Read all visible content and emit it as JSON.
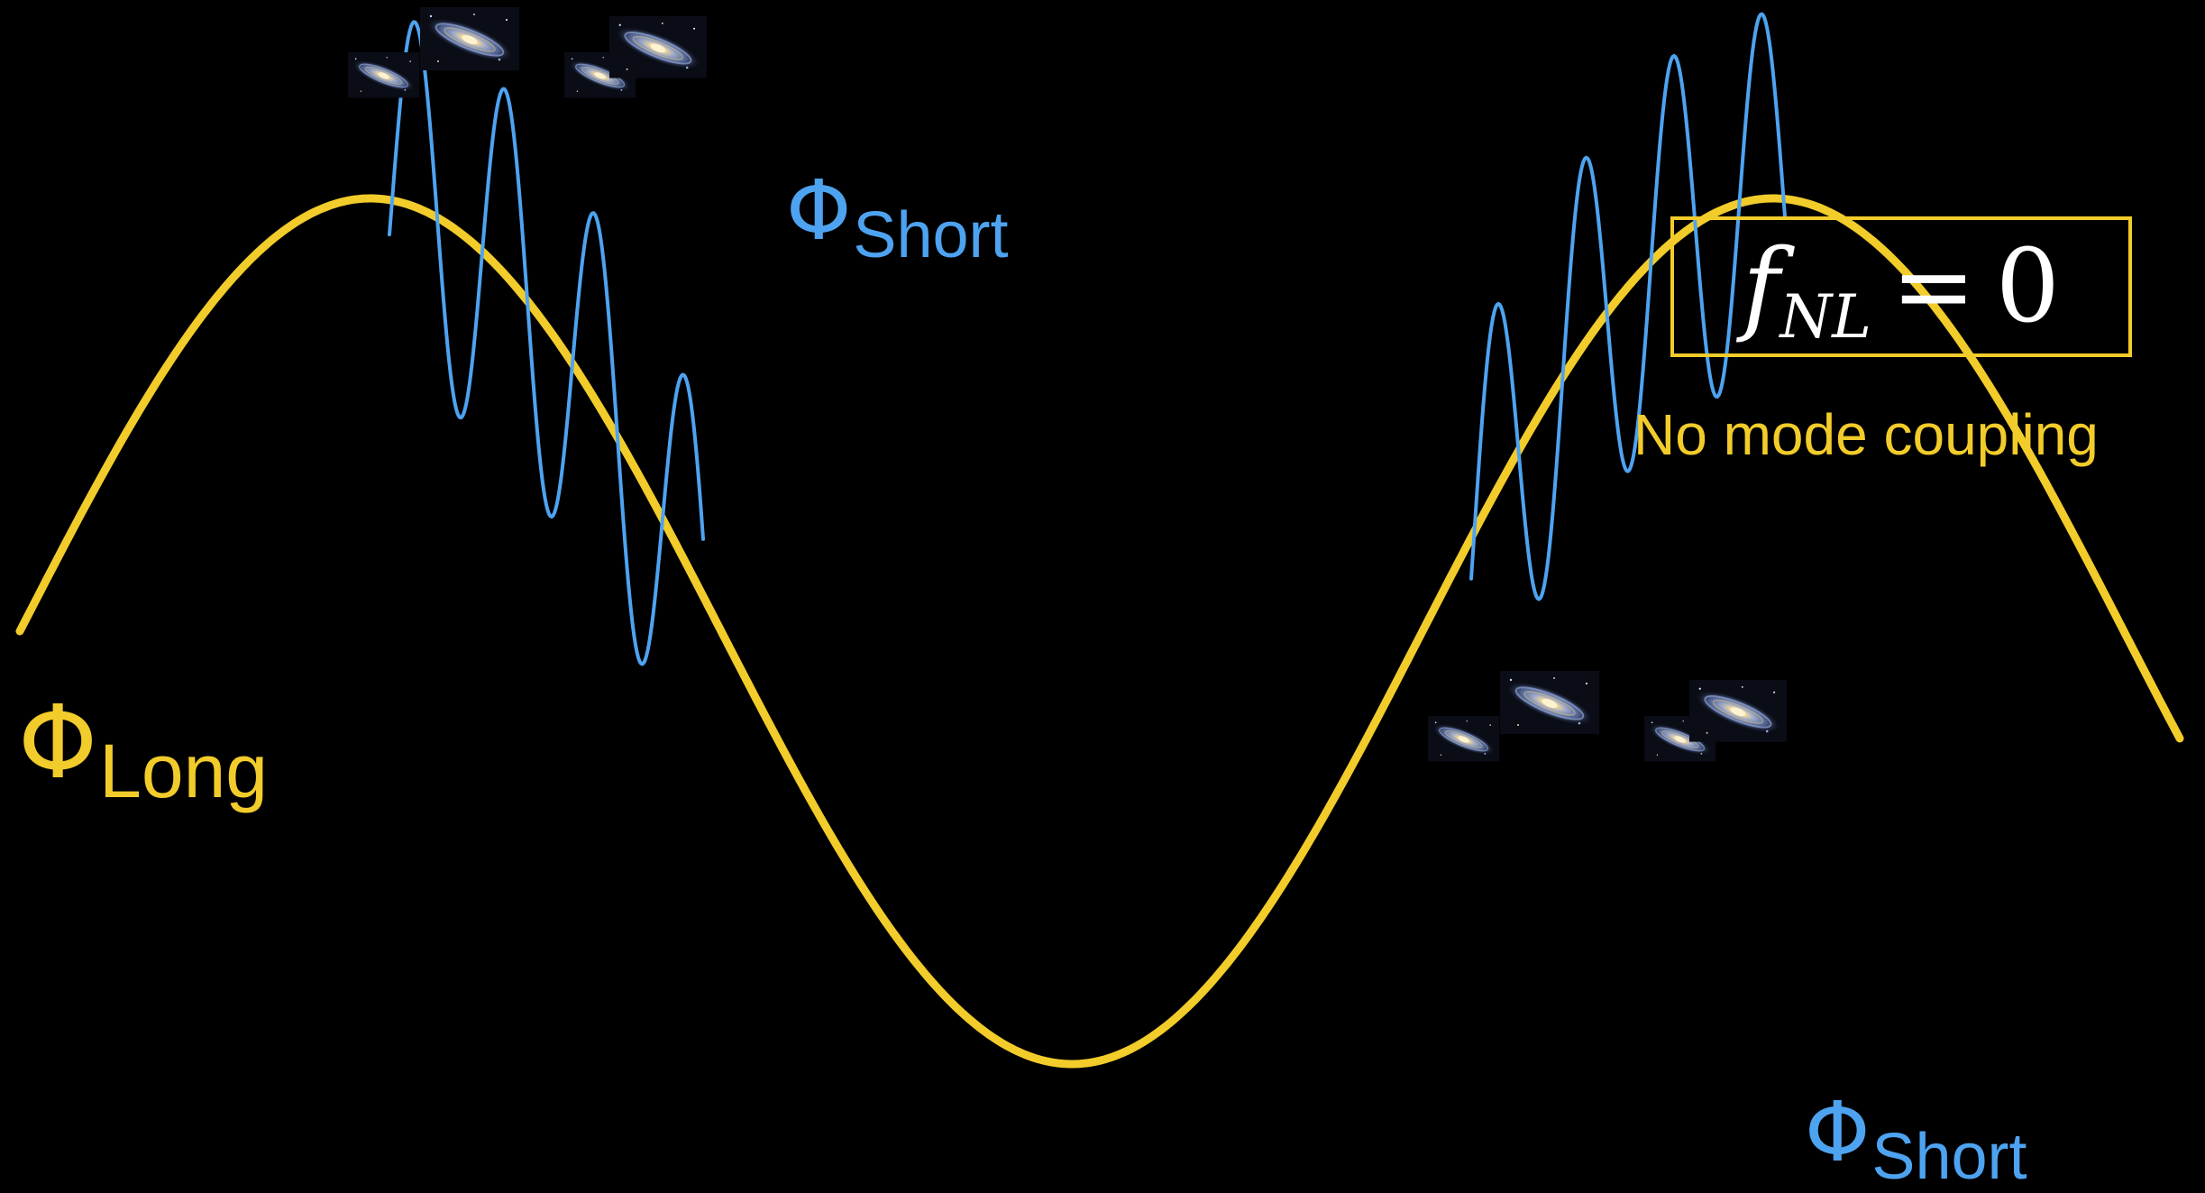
{
  "colors": {
    "background": "#000000",
    "long_wave": "#f2cc2a",
    "short_wave": "#4ea3f0",
    "box_text": "#ffffff"
  },
  "labels": {
    "long": {
      "symbol": "Φ",
      "subscript": "Long"
    },
    "short_top": {
      "symbol": "Φ",
      "subscript": "Short"
    },
    "short_bottom": {
      "symbol": "Φ",
      "subscript": "Short"
    }
  },
  "equation": {
    "f": "f",
    "subscript": "NL",
    "equals": "=",
    "value": "0"
  },
  "note": "No mode coupling",
  "icons": {
    "galaxy": "galaxy-image"
  }
}
